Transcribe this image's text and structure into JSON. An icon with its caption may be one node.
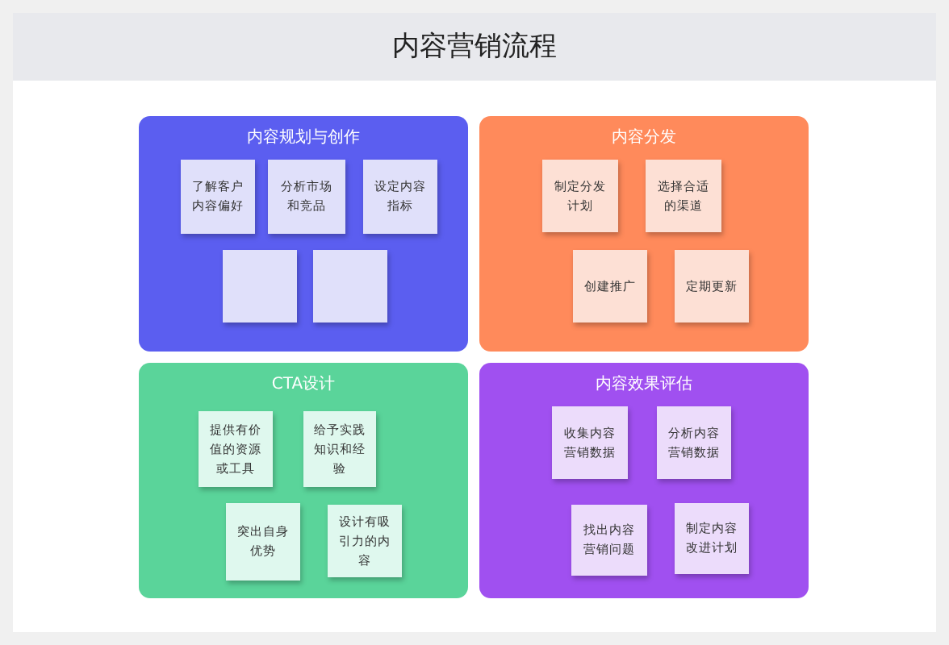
{
  "diagram": {
    "title": "内容营销流程",
    "nodes": [
      {
        "text": [
          "内容规划与创作"
        ]
      },
      {
        "text": [
          "了解客户内容偏好"
        ],
        "in": 0
      },
      {
        "text": [
          "分析市场和竞品"
        ],
        "in": 0
      },
      {
        "text": [
          "设定内容指标"
        ],
        "in": 0
      },
      {
        "text": [],
        "shape": "box",
        "in": 0
      },
      {
        "text": [],
        "shape": "box",
        "in": 0
      },
      {
        "text": [
          "内容分发"
        ]
      },
      {
        "text": [
          "制定分发计划"
        ],
        "in": 6
      },
      {
        "text": [
          "选择合适的渠道"
        ],
        "in": 6
      },
      {
        "text": [
          "创建推广"
        ],
        "in": 6
      },
      {
        "text": [
          "定期更新"
        ],
        "in": 6
      },
      {
        "text": [
          "CTA设计"
        ]
      },
      {
        "text": [
          "提供有价值的资源或工具"
        ],
        "in": 11
      },
      {
        "text": [
          "给予实践知识和经验"
        ],
        "in": 11
      },
      {
        "text": [
          "突出自身优势"
        ],
        "in": 11
      },
      {
        "text": [
          "设计有吸引力的内容"
        ],
        "in": 11
      },
      {
        "text": [
          "内容效果评估"
        ]
      },
      {
        "text": [
          "收集内容营销数据"
        ],
        "in": 16
      },
      {
        "text": [
          "分析内容营销数据"
        ],
        "in": 16
      },
      {
        "text": [
          "找出内容营销问题"
        ],
        "in": 16
      },
      {
        "text": [
          "制定内容改进计划"
        ],
        "in": 16
      }
    ]
  }
}
